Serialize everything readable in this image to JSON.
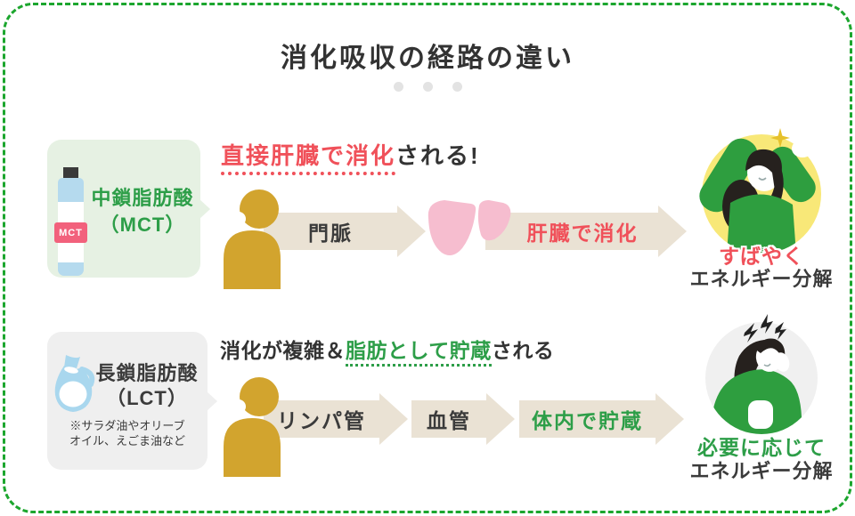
{
  "colors": {
    "frame-green": "#1CA62E",
    "text-dark": "#3B3B3B",
    "accent-green": "#2D9E48",
    "accent-red": "#F0515A",
    "person-gold": "#D2A42E",
    "arrow-beige": "#EAE2D4",
    "mct-box-bg": "#E6F1E3",
    "lct-box-bg": "#EFEFEF",
    "circle-yellow": "#F8E878",
    "circle-gray": "#F0F0F0",
    "liver-pink": "#F6BDCF",
    "bottle-blue": "#B5DAEE",
    "mct-label-pink": "#F2617C",
    "sweater-green": "#2E9E3F",
    "dot-gray": "#E3E3E3"
  },
  "header": {
    "title": "消化吸収の経路の違い"
  },
  "mct": {
    "box": {
      "line1": "中鎖脂肪酸",
      "line2": "（MCT）",
      "bottle_label": "MCT"
    },
    "headline": {
      "highlight": "直接肝臓で消化",
      "rest": "される!"
    },
    "steps": {
      "step1": "門脈",
      "step2": "肝臓で消化"
    },
    "result": {
      "emphasis": "すばやく",
      "label": "エネルギー分解"
    }
  },
  "lct": {
    "box": {
      "line1": "長鎖脂肪酸",
      "line2": "（LCT）",
      "note1": "※サラダ油やオリーブ",
      "note2": "オイル、えごま油など"
    },
    "headline": {
      "pre": "消化が複雑＆",
      "highlight": "脂肪として貯蔵",
      "post": "される"
    },
    "steps": {
      "step1": "リンパ管",
      "step2": "血管",
      "step3": "体内で貯蔵"
    },
    "result": {
      "emphasis": "必要に応じて",
      "label": "エネルギー分解"
    }
  }
}
